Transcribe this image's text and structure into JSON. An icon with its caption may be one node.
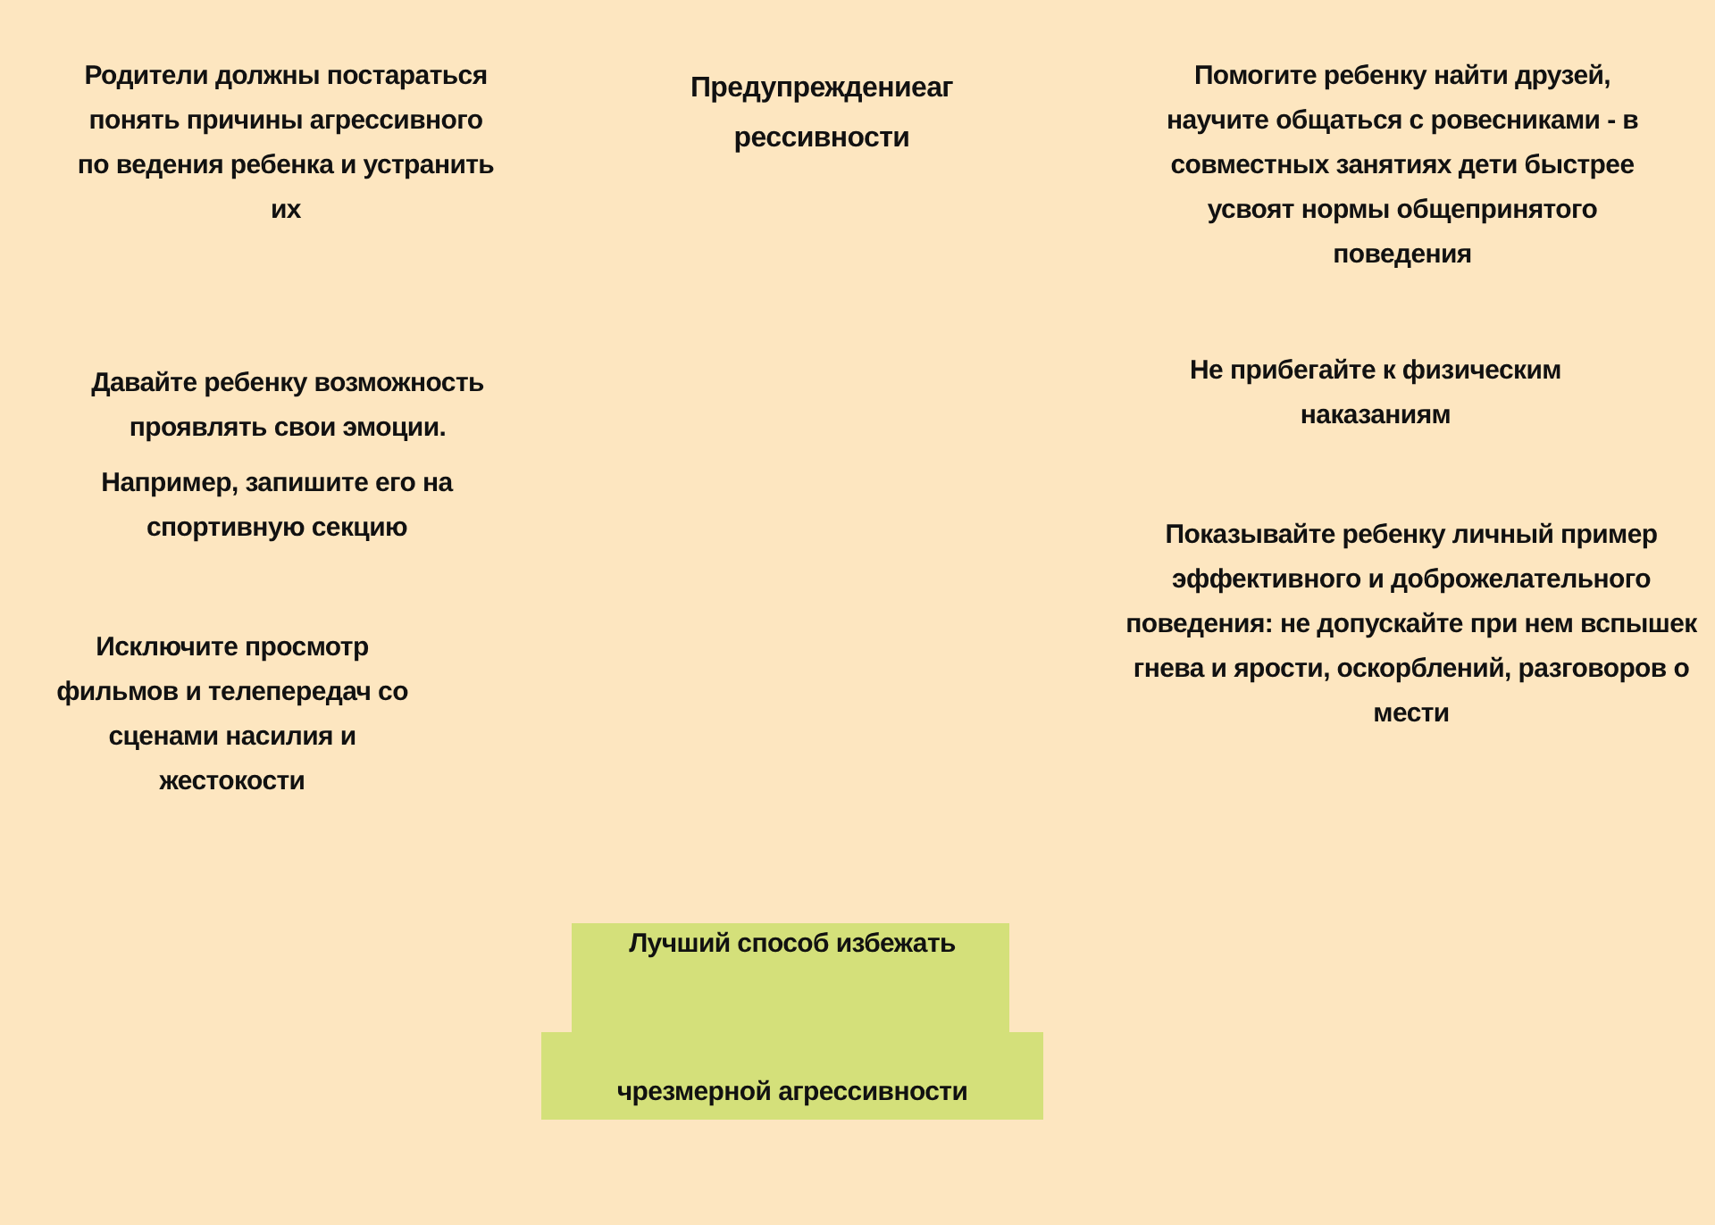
{
  "diagram": {
    "title": "Предупреждениеаг рессивности",
    "nodes": [
      {
        "text": [
          "Лучший способ избежать",
          "чрезмерной агрессивности"
        ]
      }
    ],
    "labels": [
      "Родители должны постараться понять причины агрессивного по ведения ребенка и устранить их",
      "Помогите ребенку найти друзей, научите общаться с ровесниками - в совместных занятиях дети быстрее усвоят нормы общепринятого поведения",
      "Давайте ребенку возможность проявлять свои эмоции.",
      "Не прибегайте к физическим наказаниям",
      "Например, запишите его на спортивную секцию",
      "Показывайте ребенку личный пример эффективного и доброжелательного поведения: не допускайте при нем вспышек гнева и ярости, оскорблений, разговоров о мести",
      "Исключите просмотр фильмов и телепередач со сценами насилия и жестокости"
    ]
  }
}
